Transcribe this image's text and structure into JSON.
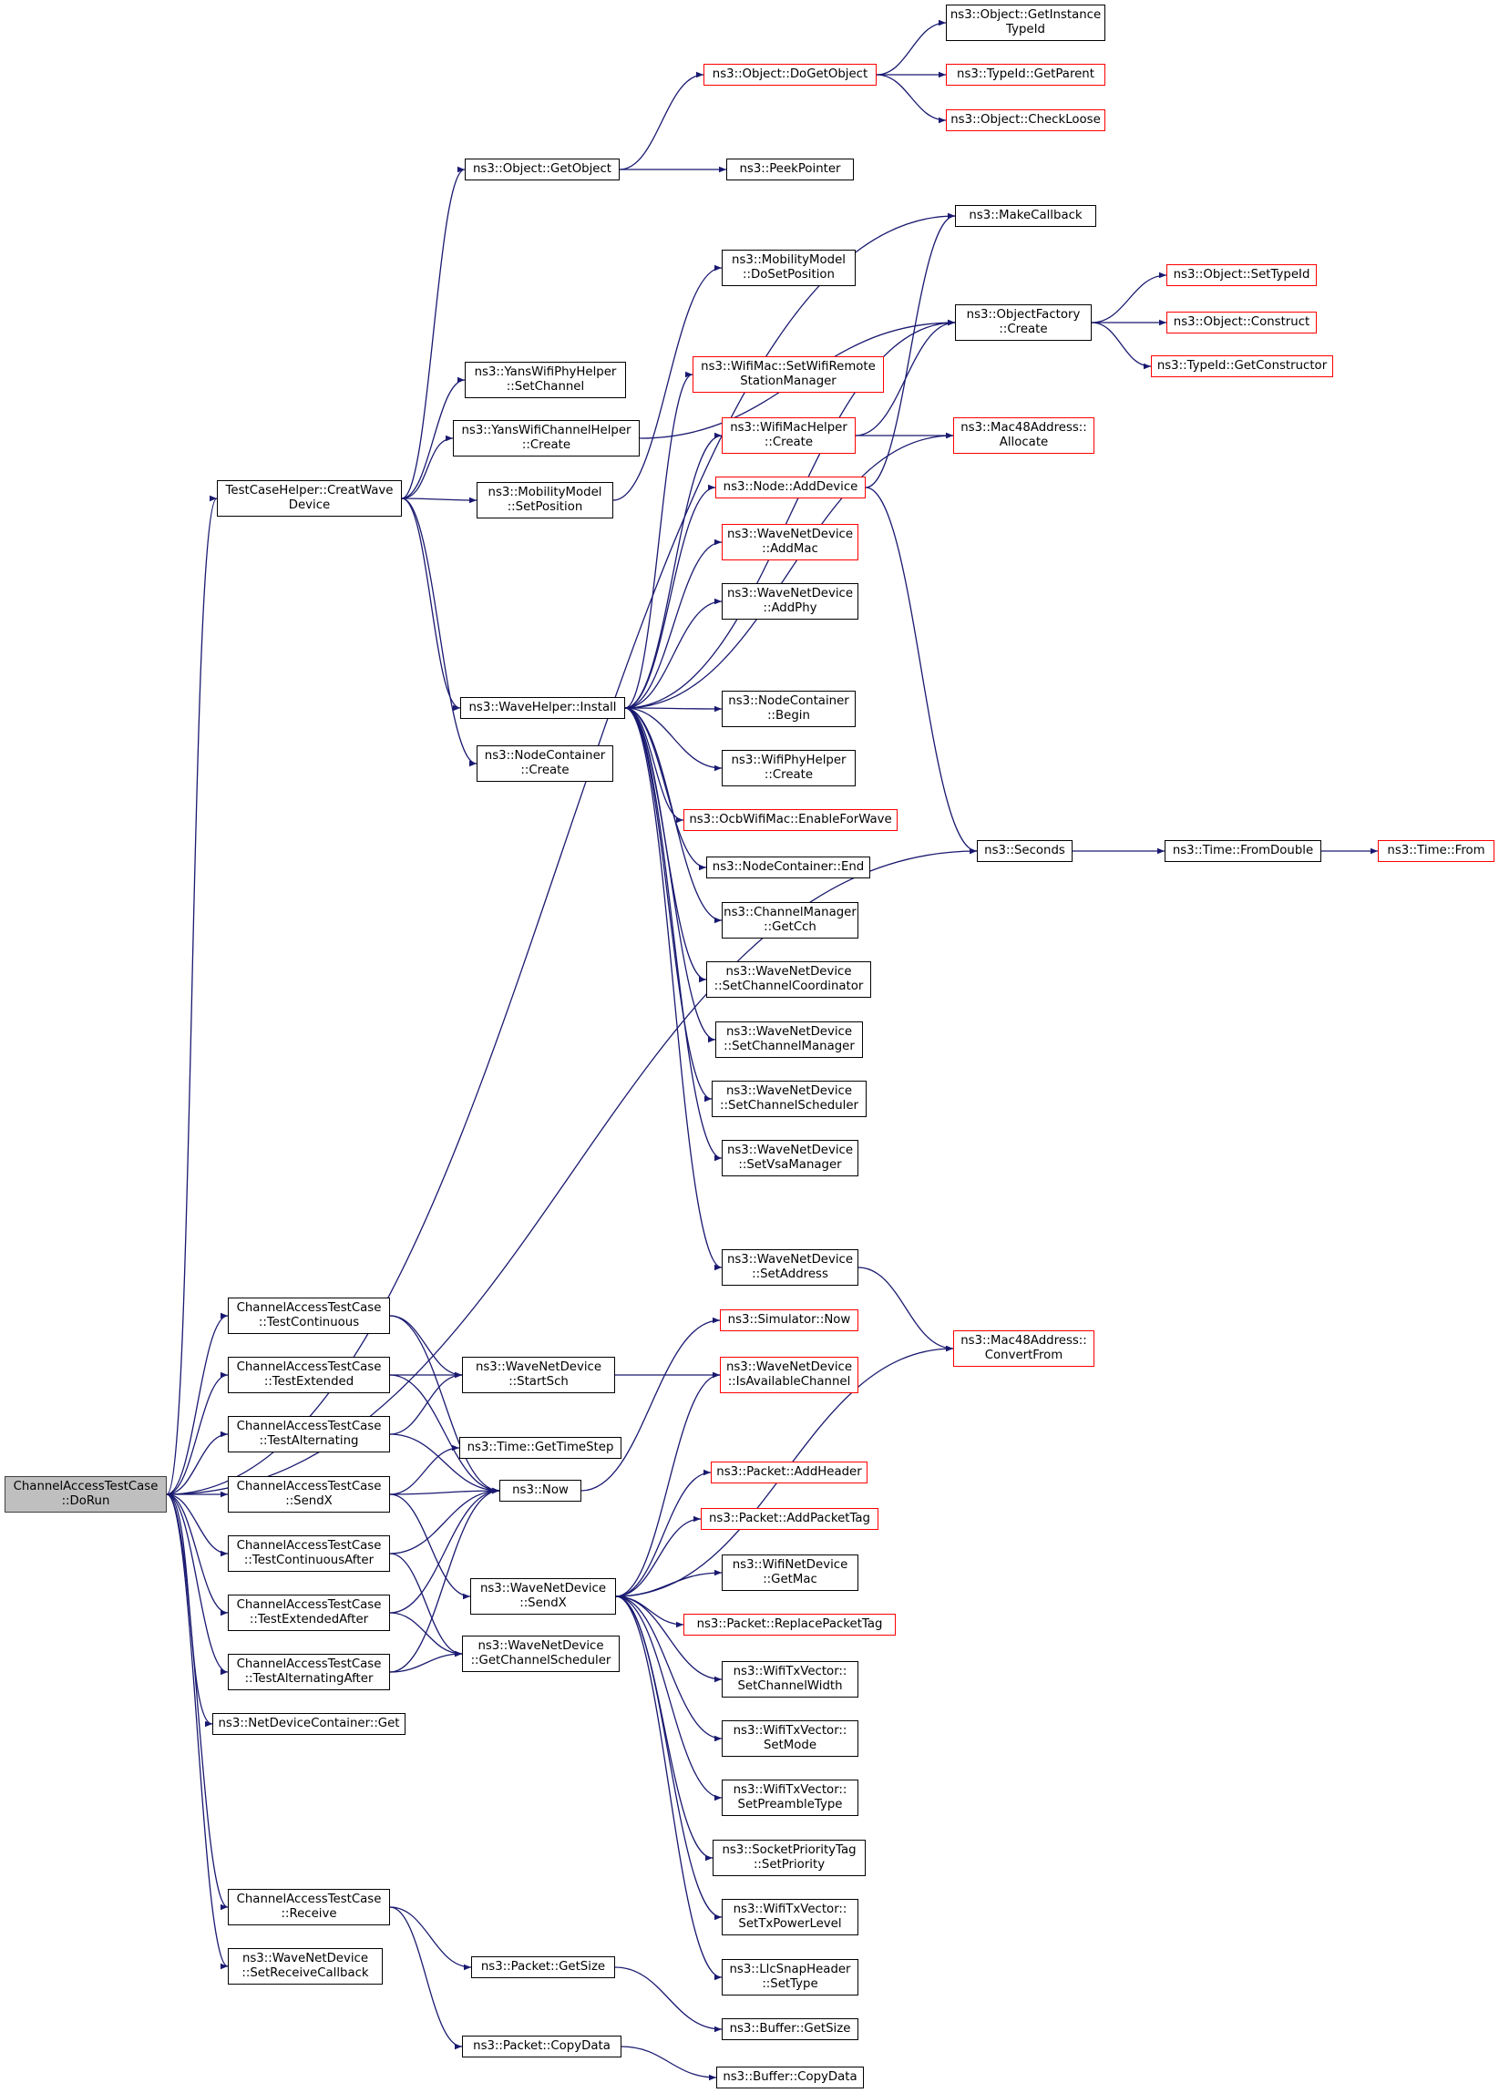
{
  "colors": {
    "edge": "#191970",
    "node_border": "#000000",
    "node_border_incomplete": "#ff0000",
    "root_fill": "#bfbfbf",
    "root_border": "#404040",
    "background": "#ffffff"
  },
  "nodes": [
    {
      "id": "doRun",
      "lines": [
        "ChannelAccessTestCase",
        "::DoRun"
      ],
      "style": "root"
    },
    {
      "id": "getInstanceTypeId",
      "lines": [
        "ns3::Object::GetInstance",
        "TypeId"
      ],
      "style": "normal"
    },
    {
      "id": "doGetObject",
      "lines": [
        "ns3::Object::DoGetObject"
      ],
      "style": "incomplete"
    },
    {
      "id": "getParent",
      "lines": [
        "ns3::TypeId::GetParent"
      ],
      "style": "incomplete"
    },
    {
      "id": "checkLoose",
      "lines": [
        "ns3::Object::CheckLoose"
      ],
      "style": "incomplete"
    },
    {
      "id": "getObject",
      "lines": [
        "ns3::Object::GetObject"
      ],
      "style": "normal"
    },
    {
      "id": "peekPointer",
      "lines": [
        "ns3::PeekPointer"
      ],
      "style": "normal"
    },
    {
      "id": "makeCallback",
      "lines": [
        "ns3::MakeCallback"
      ],
      "style": "normal"
    },
    {
      "id": "doSetPosition",
      "lines": [
        "ns3::MobilityModel",
        "::DoSetPosition"
      ],
      "style": "normal"
    },
    {
      "id": "objSetTypeId",
      "lines": [
        "ns3::Object::SetTypeId"
      ],
      "style": "incomplete"
    },
    {
      "id": "factoryCreate",
      "lines": [
        "ns3::ObjectFactory",
        "::Create"
      ],
      "style": "normal"
    },
    {
      "id": "objConstruct",
      "lines": [
        "ns3::Object::Construct"
      ],
      "style": "incomplete"
    },
    {
      "id": "getConstructor",
      "lines": [
        "ns3::TypeId::GetConstructor"
      ],
      "style": "incomplete"
    },
    {
      "id": "setWifiRemote",
      "lines": [
        "ns3::WifiMac::SetWifiRemote",
        "StationManager"
      ],
      "style": "incomplete"
    },
    {
      "id": "yansPhySetChannel",
      "lines": [
        "ns3::YansWifiPhyHelper",
        "::SetChannel"
      ],
      "style": "normal"
    },
    {
      "id": "wifiMacHelperCreate",
      "lines": [
        "ns3::WifiMacHelper",
        "::Create"
      ],
      "style": "incomplete"
    },
    {
      "id": "macAllocate",
      "lines": [
        "ns3::Mac48Address::",
        "Allocate"
      ],
      "style": "incomplete"
    },
    {
      "id": "yansChannelCreate",
      "lines": [
        "ns3::YansWifiChannelHelper",
        "::Create"
      ],
      "style": "normal"
    },
    {
      "id": "creatWaveDevice",
      "lines": [
        "TestCaseHelper::CreatWave",
        "Device"
      ],
      "style": "normal"
    },
    {
      "id": "mobSetPosition",
      "lines": [
        "ns3::MobilityModel",
        "::SetPosition"
      ],
      "style": "normal"
    },
    {
      "id": "nodeAddDevice",
      "lines": [
        "ns3::Node::AddDevice"
      ],
      "style": "incomplete"
    },
    {
      "id": "addMac",
      "lines": [
        "ns3::WaveNetDevice",
        "::AddMac"
      ],
      "style": "incomplete"
    },
    {
      "id": "addPhy",
      "lines": [
        "ns3::WaveNetDevice",
        "::AddPhy"
      ],
      "style": "normal"
    },
    {
      "id": "waveInstall",
      "lines": [
        "ns3::WaveHelper::Install"
      ],
      "style": "normal"
    },
    {
      "id": "ncBegin",
      "lines": [
        "ns3::NodeContainer",
        "::Begin"
      ],
      "style": "normal"
    },
    {
      "id": "ncCreate",
      "lines": [
        "ns3::NodeContainer",
        "::Create"
      ],
      "style": "normal"
    },
    {
      "id": "phyHelperCreate",
      "lines": [
        "ns3::WifiPhyHelper",
        "::Create"
      ],
      "style": "normal"
    },
    {
      "id": "enableForWave",
      "lines": [
        "ns3::OcbWifiMac::EnableForWave"
      ],
      "style": "incomplete"
    },
    {
      "id": "seconds",
      "lines": [
        "ns3::Seconds"
      ],
      "style": "normal"
    },
    {
      "id": "fromDouble",
      "lines": [
        "ns3::Time::FromDouble"
      ],
      "style": "normal"
    },
    {
      "id": "timeFrom",
      "lines": [
        "ns3::Time::From"
      ],
      "style": "incomplete"
    },
    {
      "id": "ncEnd",
      "lines": [
        "ns3::NodeContainer::End"
      ],
      "style": "normal"
    },
    {
      "id": "getCch",
      "lines": [
        "ns3::ChannelManager",
        "::GetCch"
      ],
      "style": "normal"
    },
    {
      "id": "setChannelCoordinator",
      "lines": [
        "ns3::WaveNetDevice",
        "::SetChannelCoordinator"
      ],
      "style": "normal"
    },
    {
      "id": "setChannelManager",
      "lines": [
        "ns3::WaveNetDevice",
        "::SetChannelManager"
      ],
      "style": "normal"
    },
    {
      "id": "setChannelScheduler",
      "lines": [
        "ns3::WaveNetDevice",
        "::SetChannelScheduler"
      ],
      "style": "normal"
    },
    {
      "id": "setVsaManager",
      "lines": [
        "ns3::WaveNetDevice",
        "::SetVsaManager"
      ],
      "style": "normal"
    },
    {
      "id": "setAddress",
      "lines": [
        "ns3::WaveNetDevice",
        "::SetAddress"
      ],
      "style": "normal"
    },
    {
      "id": "testContinuous",
      "lines": [
        "ChannelAccessTestCase",
        "::TestContinuous"
      ],
      "style": "normal"
    },
    {
      "id": "simNow",
      "lines": [
        "ns3::Simulator::Now"
      ],
      "style": "incomplete"
    },
    {
      "id": "convertFrom",
      "lines": [
        "ns3::Mac48Address::",
        "ConvertFrom"
      ],
      "style": "incomplete"
    },
    {
      "id": "testExtended",
      "lines": [
        "ChannelAccessTestCase",
        "::TestExtended"
      ],
      "style": "normal"
    },
    {
      "id": "startSch",
      "lines": [
        "ns3::WaveNetDevice",
        "::StartSch"
      ],
      "style": "normal"
    },
    {
      "id": "isAvailableChannel",
      "lines": [
        "ns3::WaveNetDevice",
        "::IsAvailableChannel"
      ],
      "style": "incomplete"
    },
    {
      "id": "testAlternating",
      "lines": [
        "ChannelAccessTestCase",
        "::TestAlternating"
      ],
      "style": "normal"
    },
    {
      "id": "getTimeStep",
      "lines": [
        "ns3::Time::GetTimeStep"
      ],
      "style": "normal"
    },
    {
      "id": "addHeader",
      "lines": [
        "ns3::Packet::AddHeader"
      ],
      "style": "incomplete"
    },
    {
      "id": "sendXTest",
      "lines": [
        "ChannelAccessTestCase",
        "::SendX"
      ],
      "style": "normal"
    },
    {
      "id": "now",
      "lines": [
        "ns3::Now"
      ],
      "style": "normal"
    },
    {
      "id": "addPacketTag",
      "lines": [
        "ns3::Packet::AddPacketTag"
      ],
      "style": "incomplete"
    },
    {
      "id": "testContinuousAfter",
      "lines": [
        "ChannelAccessTestCase",
        "::TestContinuousAfter"
      ],
      "style": "normal"
    },
    {
      "id": "getMac",
      "lines": [
        "ns3::WifiNetDevice",
        "::GetMac"
      ],
      "style": "normal"
    },
    {
      "id": "waveSendX",
      "lines": [
        "ns3::WaveNetDevice",
        "::SendX"
      ],
      "style": "normal"
    },
    {
      "id": "testExtendedAfter",
      "lines": [
        "ChannelAccessTestCase",
        "::TestExtendedAfter"
      ],
      "style": "normal"
    },
    {
      "id": "replacePacketTag",
      "lines": [
        "ns3::Packet::ReplacePacketTag"
      ],
      "style": "incomplete"
    },
    {
      "id": "getChannelScheduler",
      "lines": [
        "ns3::WaveNetDevice",
        "::GetChannelScheduler"
      ],
      "style": "normal"
    },
    {
      "id": "testAlternatingAfter",
      "lines": [
        "ChannelAccessTestCase",
        "::TestAlternatingAfter"
      ],
      "style": "normal"
    },
    {
      "id": "setChannelWidth",
      "lines": [
        "ns3::WifiTxVector::",
        "SetChannelWidth"
      ],
      "style": "normal"
    },
    {
      "id": "ndcGet",
      "lines": [
        "ns3::NetDeviceContainer::Get"
      ],
      "style": "normal"
    },
    {
      "id": "setMode",
      "lines": [
        "ns3::WifiTxVector::",
        "SetMode"
      ],
      "style": "normal"
    },
    {
      "id": "setPreambleType",
      "lines": [
        "ns3::WifiTxVector::",
        "SetPreambleType"
      ],
      "style": "normal"
    },
    {
      "id": "setPriority",
      "lines": [
        "ns3::SocketPriorityTag",
        "::SetPriority"
      ],
      "style": "normal"
    },
    {
      "id": "receive",
      "lines": [
        "ChannelAccessTestCase",
        "::Receive"
      ],
      "style": "normal"
    },
    {
      "id": "setTxPowerLevel",
      "lines": [
        "ns3::WifiTxVector::",
        "SetTxPowerLevel"
      ],
      "style": "normal"
    },
    {
      "id": "setReceiveCallback",
      "lines": [
        "ns3::WaveNetDevice",
        "::SetReceiveCallback"
      ],
      "style": "normal"
    },
    {
      "id": "pktGetSize",
      "lines": [
        "ns3::Packet::GetSize"
      ],
      "style": "normal"
    },
    {
      "id": "setType",
      "lines": [
        "ns3::LlcSnapHeader",
        "::SetType"
      ],
      "style": "normal"
    },
    {
      "id": "bufGetSize",
      "lines": [
        "ns3::Buffer::GetSize"
      ],
      "style": "normal"
    },
    {
      "id": "pktCopyData",
      "lines": [
        "ns3::Packet::CopyData"
      ],
      "style": "normal"
    },
    {
      "id": "bufCopyData",
      "lines": [
        "ns3::Buffer::CopyData"
      ],
      "style": "normal"
    }
  ],
  "edges": [
    [
      "doRun",
      "creatWaveDevice"
    ],
    [
      "doRun",
      "seconds"
    ],
    [
      "doRun",
      "testContinuous"
    ],
    [
      "doRun",
      "testExtended"
    ],
    [
      "doRun",
      "testAlternating"
    ],
    [
      "doRun",
      "sendXTest"
    ],
    [
      "doRun",
      "testContinuousAfter"
    ],
    [
      "doRun",
      "testExtendedAfter"
    ],
    [
      "doRun",
      "testAlternatingAfter"
    ],
    [
      "doRun",
      "ndcGet"
    ],
    [
      "doRun",
      "receive"
    ],
    [
      "doRun",
      "setReceiveCallback"
    ],
    [
      "doRun",
      "makeCallback"
    ],
    [
      "creatWaveDevice",
      "getObject"
    ],
    [
      "creatWaveDevice",
      "yansPhySetChannel"
    ],
    [
      "creatWaveDevice",
      "yansChannelCreate"
    ],
    [
      "creatWaveDevice",
      "mobSetPosition"
    ],
    [
      "creatWaveDevice",
      "waveInstall"
    ],
    [
      "creatWaveDevice",
      "ncCreate"
    ],
    [
      "getObject",
      "doGetObject"
    ],
    [
      "getObject",
      "peekPointer"
    ],
    [
      "doGetObject",
      "getInstanceTypeId"
    ],
    [
      "doGetObject",
      "getParent"
    ],
    [
      "doGetObject",
      "checkLoose"
    ],
    [
      "yansChannelCreate",
      "factoryCreate"
    ],
    [
      "mobSetPosition",
      "doSetPosition"
    ],
    [
      "factoryCreate",
      "objSetTypeId"
    ],
    [
      "factoryCreate",
      "objConstruct"
    ],
    [
      "factoryCreate",
      "getConstructor"
    ],
    [
      "wifiMacHelperCreate",
      "factoryCreate"
    ],
    [
      "wifiMacHelperCreate",
      "macAllocate"
    ],
    [
      "nodeAddDevice",
      "makeCallback"
    ],
    [
      "nodeAddDevice",
      "seconds"
    ],
    [
      "waveInstall",
      "factoryCreate"
    ],
    [
      "waveInstall",
      "setWifiRemote"
    ],
    [
      "waveInstall",
      "wifiMacHelperCreate"
    ],
    [
      "waveInstall",
      "nodeAddDevice"
    ],
    [
      "waveInstall",
      "addMac"
    ],
    [
      "waveInstall",
      "addPhy"
    ],
    [
      "waveInstall",
      "macAllocate"
    ],
    [
      "waveInstall",
      "ncBegin"
    ],
    [
      "waveInstall",
      "phyHelperCreate"
    ],
    [
      "waveInstall",
      "enableForWave"
    ],
    [
      "waveInstall",
      "ncEnd"
    ],
    [
      "waveInstall",
      "getCch"
    ],
    [
      "waveInstall",
      "setChannelCoordinator"
    ],
    [
      "waveInstall",
      "setChannelManager"
    ],
    [
      "waveInstall",
      "setChannelScheduler"
    ],
    [
      "waveInstall",
      "setVsaManager"
    ],
    [
      "waveInstall",
      "setAddress"
    ],
    [
      "seconds",
      "fromDouble"
    ],
    [
      "fromDouble",
      "timeFrom"
    ],
    [
      "setAddress",
      "convertFrom"
    ],
    [
      "testContinuous",
      "startSch"
    ],
    [
      "testContinuous",
      "now"
    ],
    [
      "testExtended",
      "startSch"
    ],
    [
      "testExtended",
      "now"
    ],
    [
      "testAlternating",
      "startSch"
    ],
    [
      "testAlternating",
      "now"
    ],
    [
      "startSch",
      "isAvailableChannel"
    ],
    [
      "sendXTest",
      "getTimeStep"
    ],
    [
      "sendXTest",
      "now"
    ],
    [
      "sendXTest",
      "waveSendX"
    ],
    [
      "testContinuousAfter",
      "now"
    ],
    [
      "testContinuousAfter",
      "getChannelScheduler"
    ],
    [
      "testExtendedAfter",
      "now"
    ],
    [
      "testExtendedAfter",
      "getChannelScheduler"
    ],
    [
      "testAlternatingAfter",
      "now"
    ],
    [
      "testAlternatingAfter",
      "getChannelScheduler"
    ],
    [
      "now",
      "simNow"
    ],
    [
      "waveSendX",
      "isAvailableChannel"
    ],
    [
      "waveSendX",
      "convertFrom"
    ],
    [
      "waveSendX",
      "addHeader"
    ],
    [
      "waveSendX",
      "addPacketTag"
    ],
    [
      "waveSendX",
      "getMac"
    ],
    [
      "waveSendX",
      "replacePacketTag"
    ],
    [
      "waveSendX",
      "setChannelWidth"
    ],
    [
      "waveSendX",
      "setMode"
    ],
    [
      "waveSendX",
      "setPreambleType"
    ],
    [
      "waveSendX",
      "setPriority"
    ],
    [
      "waveSendX",
      "setTxPowerLevel"
    ],
    [
      "waveSendX",
      "setType"
    ],
    [
      "receive",
      "pktGetSize"
    ],
    [
      "receive",
      "pktCopyData"
    ],
    [
      "pktGetSize",
      "bufGetSize"
    ],
    [
      "pktCopyData",
      "bufCopyData"
    ]
  ]
}
